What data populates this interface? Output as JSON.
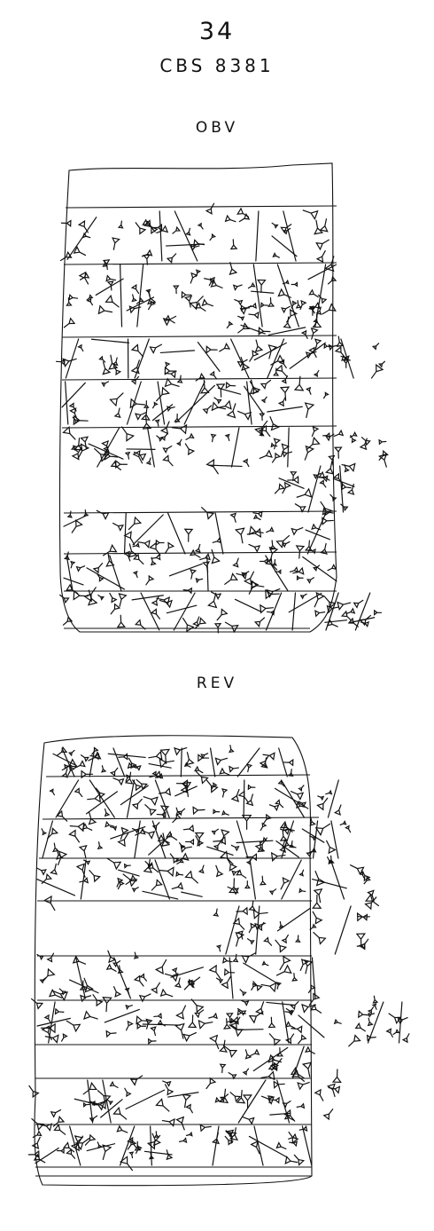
{
  "header": {
    "plate_number": "34",
    "catalog_number": "CBS 8381"
  },
  "obverse": {
    "label": "OBV",
    "ruled_lines": 10,
    "sign_rows": 8
  },
  "reverse": {
    "label": "REV",
    "ruled_lines": 11,
    "sign_rows": 9
  }
}
